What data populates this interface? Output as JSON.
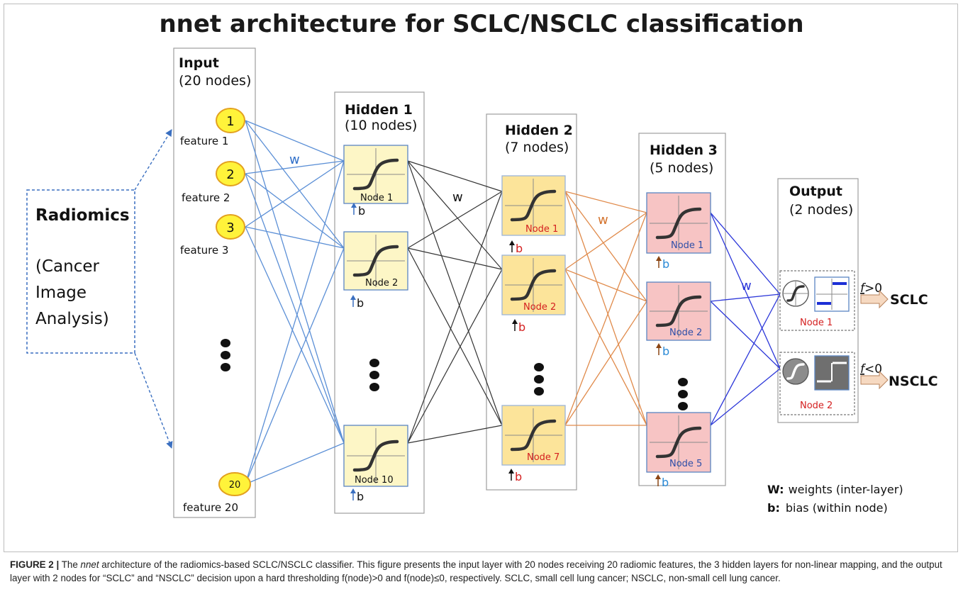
{
  "title": "nnet architecture for SCLC/NSCLC classification",
  "source": {
    "title": "Radiomics",
    "subtitle_lines": [
      "(Cancer",
      "Image",
      "Analysis)"
    ]
  },
  "layers": {
    "input": {
      "title": "Input",
      "subtitle": "(20 nodes)",
      "nodes": [
        "1",
        "2",
        "3",
        "20"
      ],
      "labels": [
        "feature 1",
        "feature 2",
        "feature 3",
        "feature 20"
      ]
    },
    "hidden1": {
      "title": "Hidden 1",
      "subtitle": "(10 nodes)",
      "nodes": [
        "Node 1",
        "Node 2",
        "Node 10"
      ]
    },
    "hidden2": {
      "title": "Hidden 2",
      "subtitle": "(7 nodes)",
      "nodes": [
        "Node 1",
        "Node 2",
        "Node 7"
      ]
    },
    "hidden3": {
      "title": "Hidden 3",
      "subtitle": "(5 nodes)",
      "nodes": [
        "Node 1",
        "Node 2",
        "Node 5"
      ]
    },
    "output": {
      "title": "Output",
      "subtitle": "(2 nodes)",
      "nodes": [
        "Node 1",
        "Node 2"
      ]
    }
  },
  "weight_label": "w",
  "bias_label": "b",
  "outputs": [
    {
      "condition": "f>0",
      "cond_var": "f",
      "cond_rest": ">0",
      "label": "SCLC"
    },
    {
      "condition": "f<0",
      "cond_var": "f",
      "cond_rest": "<0",
      "label": "NSCLC"
    }
  ],
  "legend": [
    {
      "key": "W:",
      "text": "weights (inter-layer)"
    },
    {
      "key": "b:",
      "text": "bias  (within node)"
    }
  ],
  "caption": {
    "figure_label": "FIGURE 2 |",
    "pre": "The ",
    "italic": "nnet",
    "post": " architecture of the radiomics-based SCLC/NSCLC classifier. This figure presents the input layer with 20 nodes receiving 20 radiomic features, the 3 hidden layers for non-linear mapping, and the output layer with 2 nodes for “SCLC” and “NSCLC” decision upon a hard thresholding f(node)>0 and f(node)≤0, respectively. SCLC, small cell lung cancer; NSCLC, non-small cell lung cancer."
  },
  "colors": {
    "blue_links": "#5b8fd6",
    "black_links": "#333333",
    "orange_links": "#e08a4a",
    "dark_blue_links": "#2b36d9",
    "input_node_fill": "#fff33a",
    "input_node_stroke": "#e3a11f",
    "hidden1_fill": "#fdf6c6",
    "hidden2_fill": "#fce49a",
    "hidden3_fill": "#f7c4c4",
    "node_border": "#5a85c2",
    "red_label": "#d42020",
    "blue_label": "#2f4fa8",
    "output_bar": "#1c2fd6"
  }
}
